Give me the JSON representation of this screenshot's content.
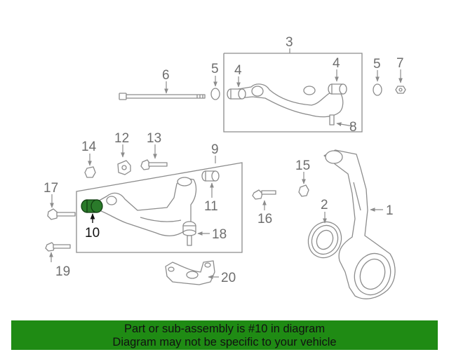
{
  "colors": {
    "highlight_part": "#2a7a2a",
    "banner_background": "#1f8b14",
    "line_gray": "#8c8c8c",
    "label_gray": "#6e6e6e"
  },
  "callouts": {
    "c1": "1",
    "c2": "2",
    "c3": "3",
    "c4a": "4",
    "c4b": "4",
    "c5a": "5",
    "c5b": "5",
    "c6": "6",
    "c7": "7",
    "c8": "8",
    "c9": "9",
    "c10": "10",
    "c11": "11",
    "c12": "12",
    "c13": "13",
    "c14": "14",
    "c15": "15",
    "c16": "16",
    "c17": "17",
    "c18": "18",
    "c19": "19",
    "c20": "20"
  },
  "highlighted_callout": "10",
  "banner": {
    "line1": "Part or sub-assembly is #10 in diagram",
    "line2": "Diagram may not be specific to your vehicle"
  }
}
